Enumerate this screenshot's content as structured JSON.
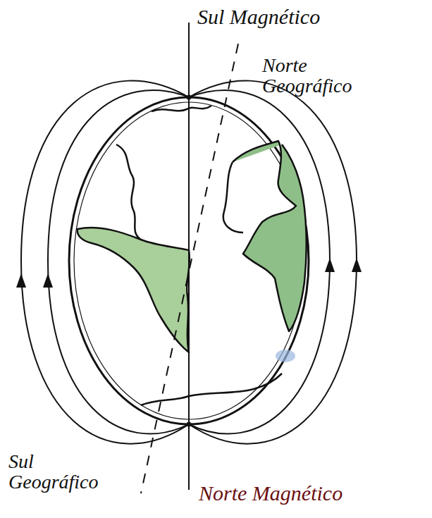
{
  "diagram": {
    "labels": [
      "Sul Magnético",
      "Norte Geográfico",
      "Sul Geográfico",
      "Norte Magnético"
    ]
  }
}
